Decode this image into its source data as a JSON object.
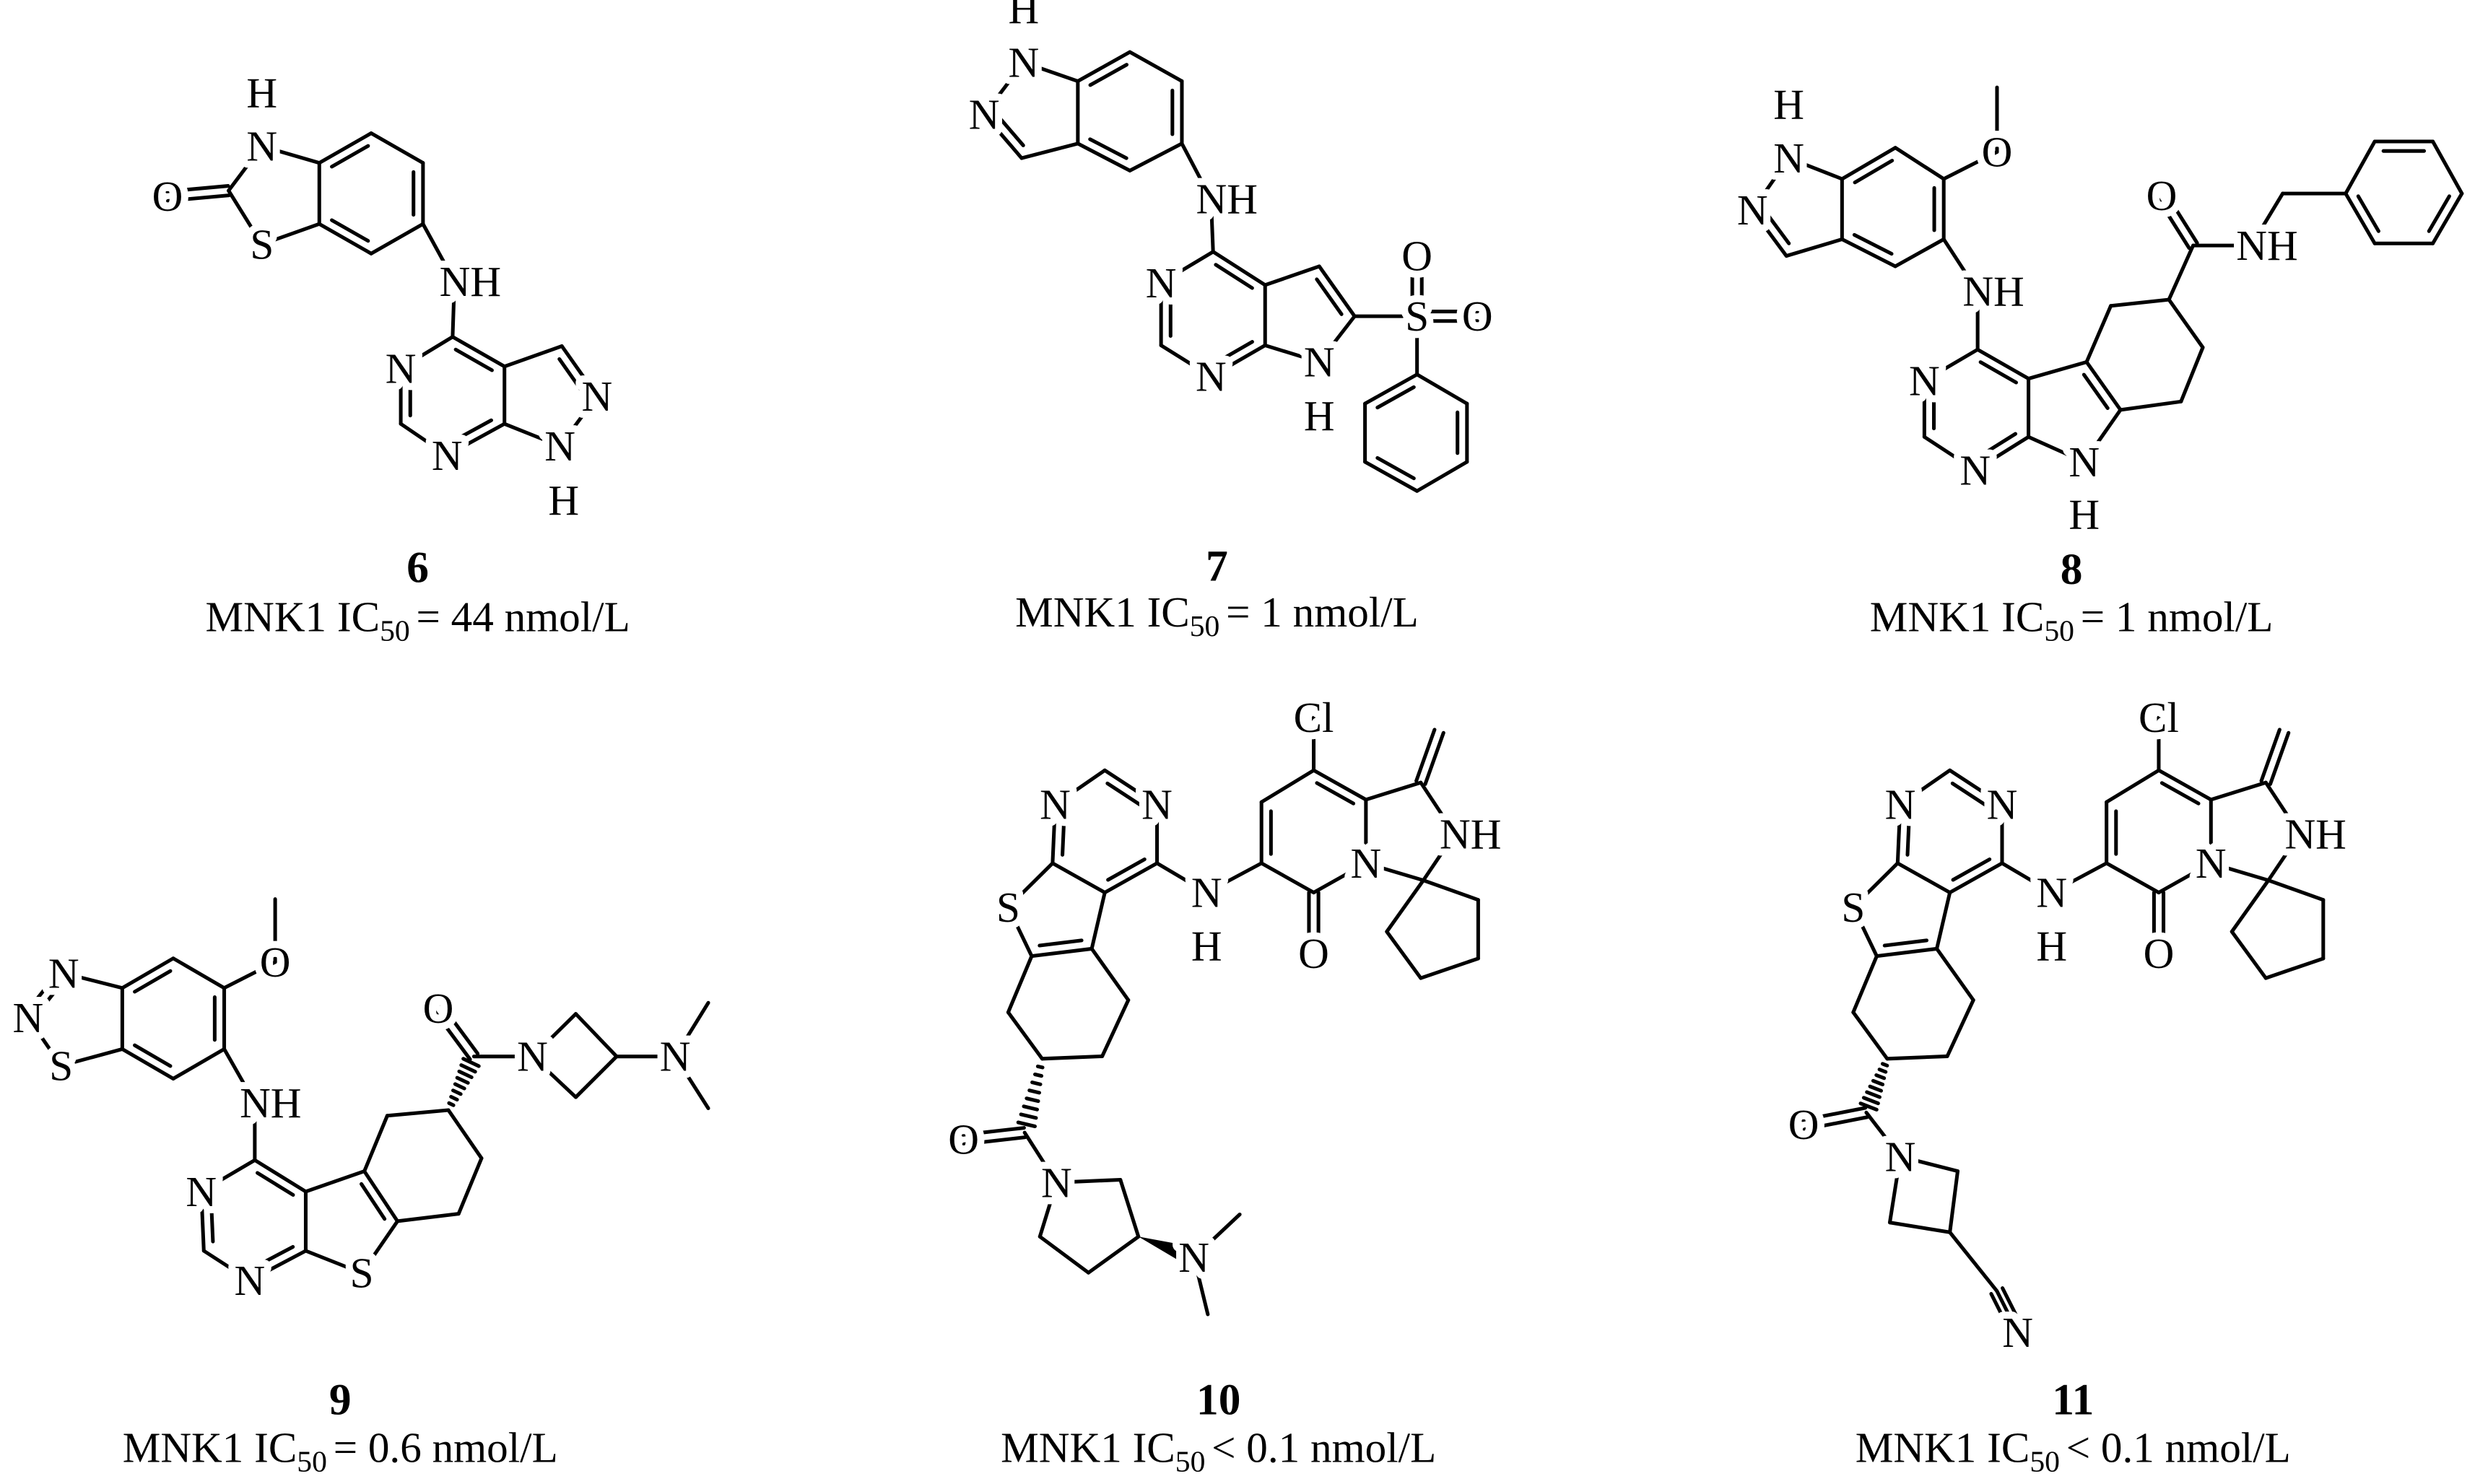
{
  "figure": {
    "compounds": [
      {
        "number": "6",
        "caption": {
          "prefix": "MNK1 IC",
          "subscript": "50",
          "suffix": "= 44 nmol/L"
        },
        "atoms": [
          "H",
          "N",
          "O",
          "S",
          "NH",
          "N",
          "N",
          "N",
          "N",
          "H"
        ]
      },
      {
        "number": "7",
        "caption": {
          "prefix": "MNK1 IC",
          "subscript": "50",
          "suffix": "= 1 nmol/L"
        },
        "atoms": [
          "H",
          "N",
          "N",
          "NH",
          "N",
          "N",
          "N",
          "H",
          "S",
          "O",
          "O"
        ]
      },
      {
        "number": "8",
        "caption": {
          "prefix": "MNK1 IC",
          "subscript": "50",
          "suffix": "= 1 nmol/L"
        },
        "atoms": [
          "H",
          "N",
          "N",
          "O",
          "NH",
          "N",
          "N",
          "N",
          "H",
          "O",
          "NH"
        ]
      },
      {
        "number": "9",
        "caption": {
          "prefix": "MNK1 IC",
          "subscript": "50",
          "suffix": "= 0.6 nmol/L"
        },
        "atoms": [
          "N",
          "N",
          "S",
          "O",
          "NH",
          "N",
          "N",
          "S",
          "O",
          "N",
          "N"
        ]
      },
      {
        "number": "10",
        "caption": {
          "prefix": "MNK1 IC",
          "subscript": "50",
          "suffix": "< 0.1 nmol/L"
        },
        "atoms": [
          "N",
          "N",
          "S",
          "N",
          "H",
          "Cl",
          "N",
          "O",
          "NH",
          "O",
          "N",
          "N"
        ]
      },
      {
        "number": "11",
        "caption": {
          "prefix": "MNK1 IC",
          "subscript": "50",
          "suffix": "< 0.1 nmol/L"
        },
        "atoms": [
          "N",
          "N",
          "S",
          "N",
          "H",
          "Cl",
          "N",
          "O",
          "NH",
          "O",
          "N",
          "N"
        ]
      }
    ]
  }
}
